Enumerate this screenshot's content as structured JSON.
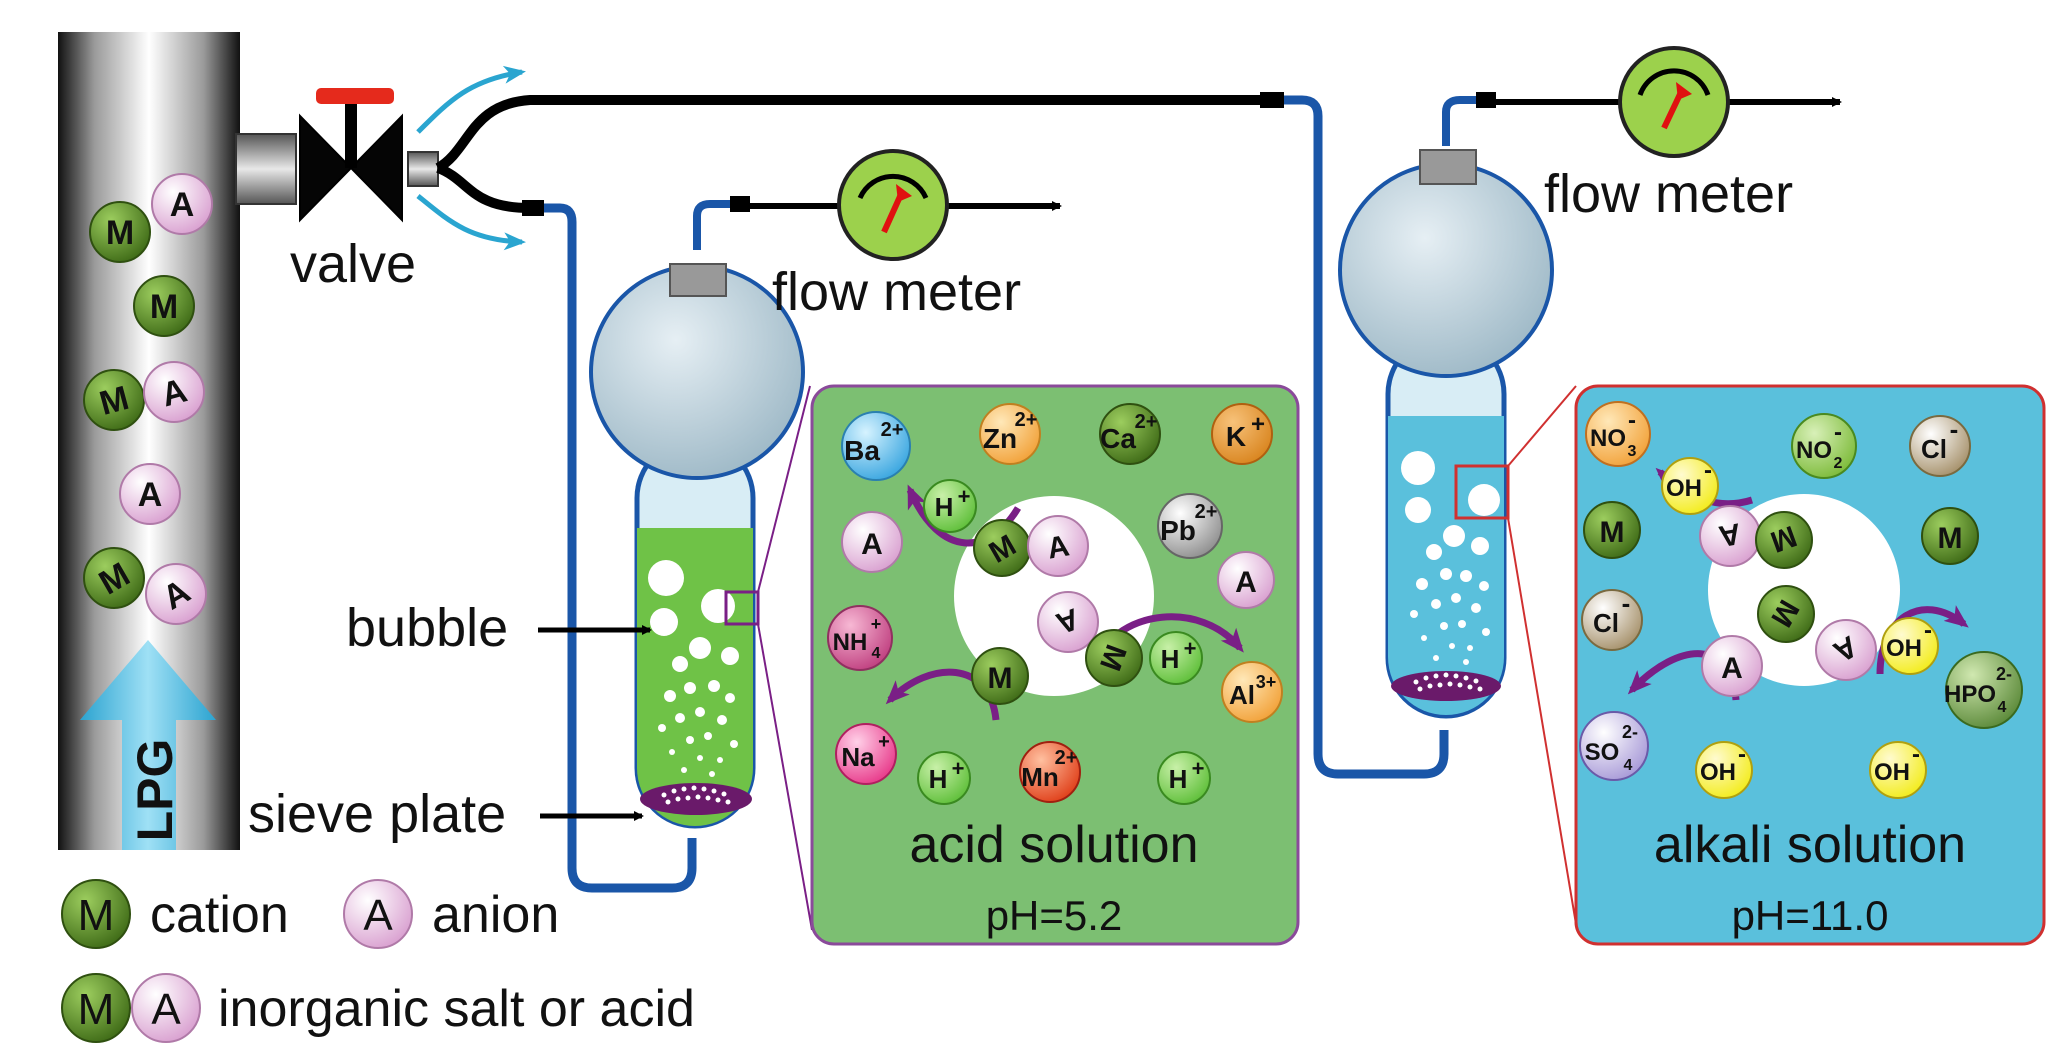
{
  "labels": {
    "valve": "valve",
    "flow_meter_1": "flow meter",
    "flow_meter_2": "flow meter",
    "bubble": "bubble",
    "sieve_plate": "sieve plate",
    "lpg": "LPG",
    "acid_solution": "acid solution",
    "acid_ph": "pH=5.2",
    "alkali_solution": "alkali solution",
    "alkali_ph": "pH=11.0"
  },
  "legend": {
    "cation_symbol": "M",
    "cation_label": "cation",
    "anion_symbol": "A",
    "anion_label": "anion",
    "pair_m": "M",
    "pair_a": "A",
    "pair_label": "inorganic salt or acid"
  },
  "pipe_ions": {
    "m": "M",
    "a": "A"
  },
  "acid_panel": {
    "ions": {
      "ba": "Ba",
      "ba_charge": "2+",
      "zn": "Zn",
      "zn_charge": "2+",
      "ca": "Ca",
      "ca_charge": "2+",
      "k": "K",
      "k_charge": "+",
      "h": "H",
      "h_charge": "+",
      "a": "A",
      "pb": "Pb",
      "pb_charge": "2+",
      "nh": "NH",
      "nh_sub": "4",
      "nh_charge": "+",
      "m": "M",
      "al": "Al",
      "al_charge": "3+",
      "na": "Na",
      "na_charge": "+",
      "mn": "Mn",
      "mn_charge": "2+"
    }
  },
  "alkali_panel": {
    "ions": {
      "no3": "NO",
      "no3_sub": "3",
      "no3_charge": "-",
      "no2": "NO",
      "no2_sub": "2",
      "no2_charge": "-",
      "cl": "Cl",
      "cl_charge": "-",
      "oh": "OH",
      "oh_charge": "-",
      "m": "M",
      "a": "A",
      "so4": "SO",
      "so4_sub": "4",
      "so4_charge": "2-",
      "hpo4": "HPO",
      "hpo4_sub": "4",
      "hpo4_charge": "2-"
    }
  },
  "colors": {
    "cation_green": "#4e7d1f",
    "anion_pink": "#e6b9dd",
    "acid_bg": "#7cbf72",
    "alkali_bg": "#5ac0dc",
    "tube_blue": "#1a56a8",
    "arrow_purple": "#7a1f86",
    "flow_meter_green": "#9cd14c"
  }
}
